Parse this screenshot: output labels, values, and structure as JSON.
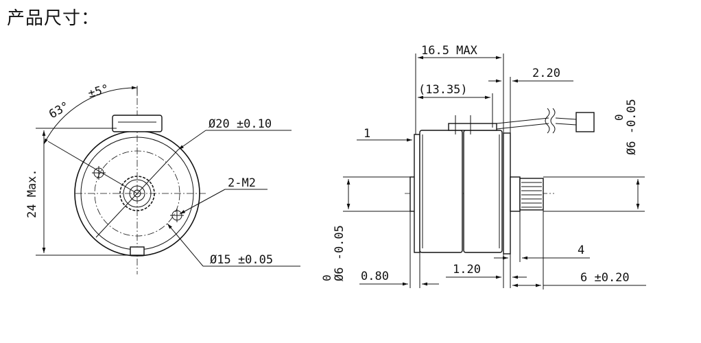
{
  "title": "产品尺寸：",
  "front_view": {
    "angle_label": "63°",
    "tolerance_label": "±5°",
    "height_label": "24 Max.",
    "outer_diameter_label": "Ø20 ±0.10",
    "screw_label": "2-M2",
    "pitch_diameter_label": "Ø15 ±0.05"
  },
  "side_view": {
    "overall_length_label": "16.5 MAX",
    "body_length_label": "(13.35)",
    "flange_label": "2.20",
    "left_boss_label": "1",
    "left_diameter_label": "Ø6 -0.05",
    "left_diameter_upper": "0",
    "right_diameter_label": "Ø6 -0.05",
    "right_diameter_upper": "0",
    "gear_width_label": "4",
    "plate_left_label": "0.80",
    "plate_gap_label": "1.20",
    "gear_length_label": "6 ±0.20"
  }
}
